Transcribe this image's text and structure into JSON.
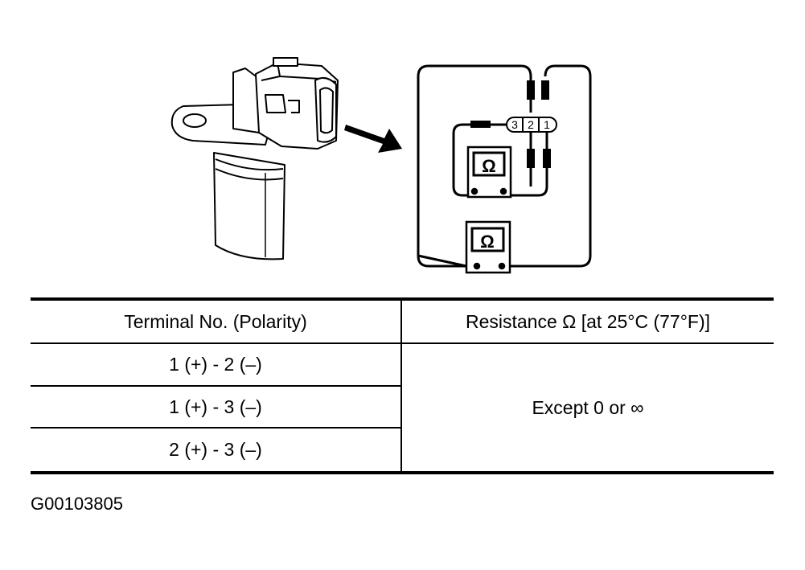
{
  "diagram": {
    "pin_labels": [
      "3",
      "2",
      "1"
    ],
    "meter_symbol": "Ω"
  },
  "table": {
    "headers": [
      "Terminal No. (Polarity)",
      "Resistance Ω [at 25°C (77°F)]"
    ],
    "rows": [
      {
        "terminal": "1 (+) - 2 (–)"
      },
      {
        "terminal": "1 (+) - 3 (–)"
      },
      {
        "terminal": "2 (+) - 3 (–)"
      }
    ],
    "resistance_value": "Except 0 or ∞"
  },
  "figure_code": "G00103805"
}
